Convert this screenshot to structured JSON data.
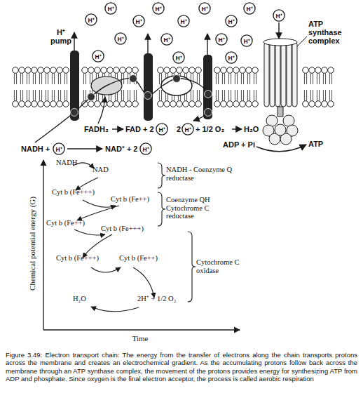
{
  "diagram": {
    "caption": "Figure 3.49: Electron transport chain: The energy from the transfer of electrons along the chain transports protons across the membrane and creates an electrochemical gradient. As the accumulating protons follow back across the membrane through an ATP synthase complex, the movement of the protons provides energy for synthesizing ATP from ADP and phosphate. Since oxygen is the final electron acceptor, the process is called aerobic respiration",
    "nodes": [
      {
        "text": [
          "H⁺"
        ]
      },
      {
        "text": [
          "H⁺"
        ]
      },
      {
        "text": [
          "H⁺"
        ]
      },
      {
        "text": [
          "H⁺"
        ]
      },
      {
        "text": [
          "H⁺"
        ]
      },
      {
        "text": [
          "H⁺"
        ]
      },
      {
        "text": [
          "H⁺"
        ]
      },
      {
        "text": [
          "H⁺"
        ]
      },
      {
        "text": [
          "H⁺"
        ]
      },
      {
        "text": [
          "H⁺"
        ]
      },
      {
        "text": [
          "H⁺"
        ]
      },
      {
        "text": [
          "H⁺"
        ]
      },
      {
        "text": [
          "H⁺"
        ]
      },
      {
        "text": [
          "H⁺"
        ]
      },
      {
        "text": [
          "H⁺"
        ]
      },
      {
        "text": [
          "H⁺"
        ]
      },
      {
        "text": [
          "H⁺"
        ]
      },
      {
        "text": [
          "H⁺"
        ]
      },
      {
        "text": [
          "H⁺"
        ]
      },
      {
        "text": [
          "H⁺"
        ]
      }
    ],
    "labels": [
      "H⁺ pump",
      "ATP synthase complex",
      "FADH₂",
      "FAD + 2",
      "2",
      "+ 1/2 O₂",
      "H₂O",
      "NADH +",
      "NAD⁺ + 2",
      "ADP + Pi",
      "ATP",
      "NADH",
      "NAD",
      "NADH - Coenzyme Q reductase",
      "Cyt b (Fe+++)",
      "Cyt b (Fe++)",
      "Coenzyme QH Cytochrome C reductase",
      "Cyt b (Fe++)",
      "Cyt b (Fe+++)",
      "Cyt b (Fe+++)",
      "Cyt b (Fe++)",
      "Cytochrome C oxidase",
      "H₂O",
      "2H⁺ + 1/2 O₂",
      "Chemical potential energy (G)",
      "Time"
    ]
  }
}
